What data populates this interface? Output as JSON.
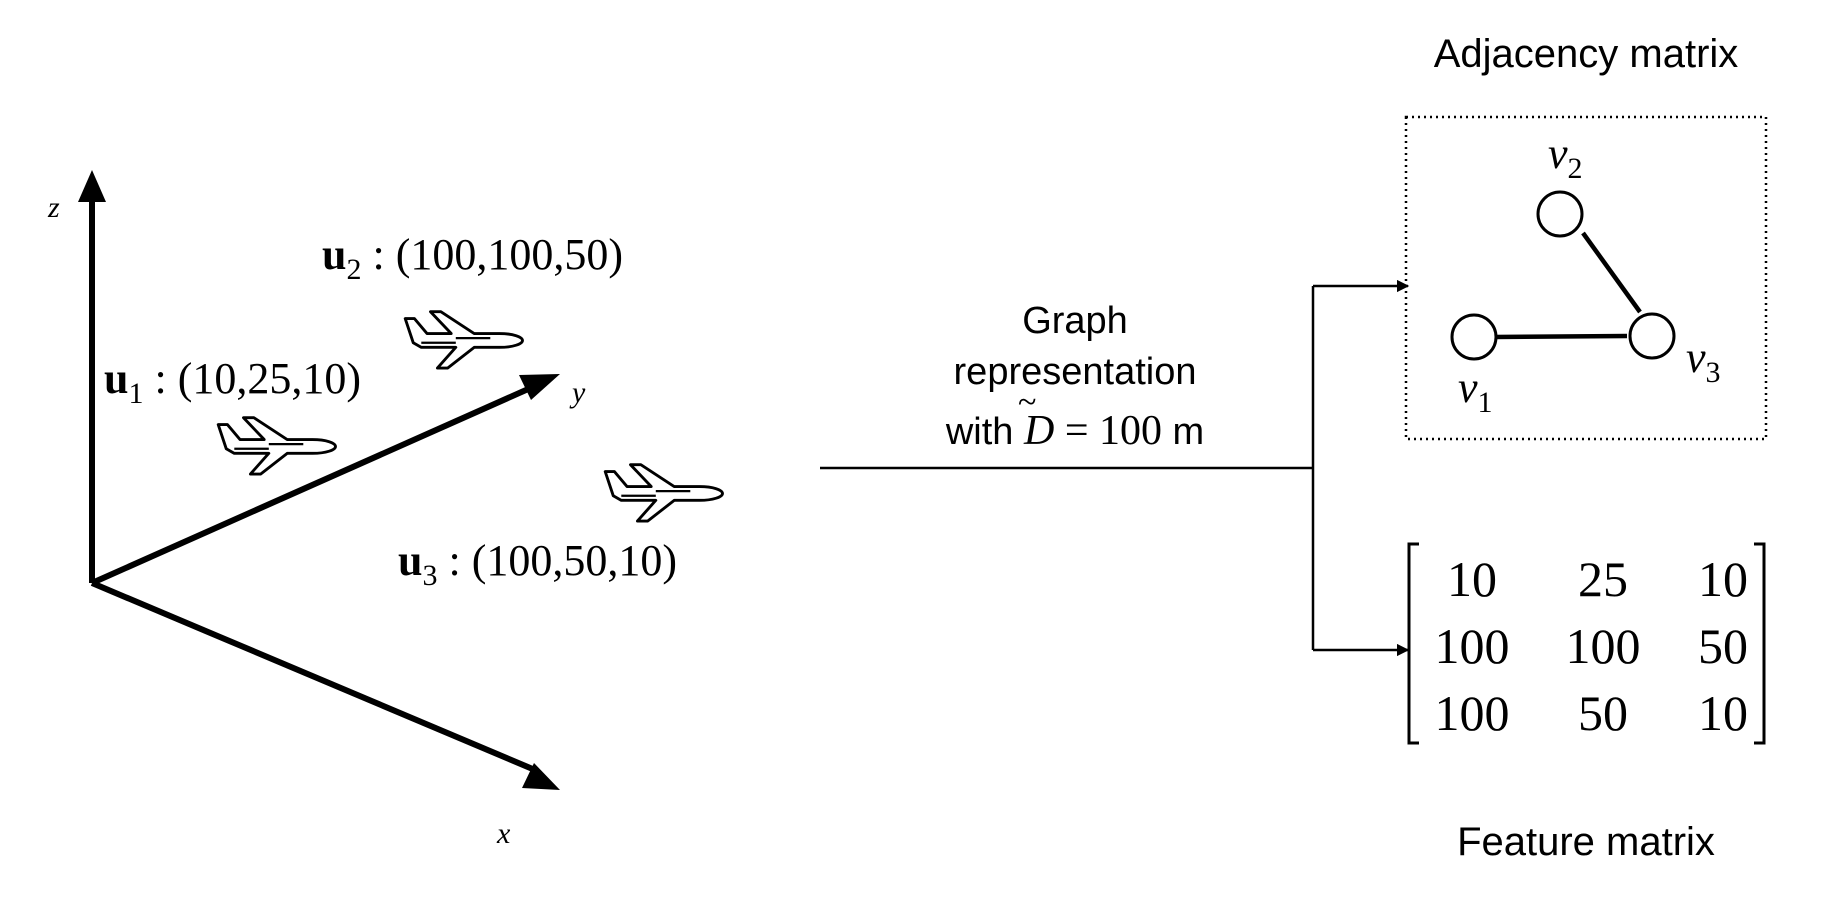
{
  "axes": {
    "x": "x",
    "y": "y",
    "z": "z"
  },
  "uavs": [
    {
      "sym": "u",
      "sub": "1",
      "sep": " : ",
      "coords": "(10,25,10)"
    },
    {
      "sym": "u",
      "sub": "2",
      "sep": " : ",
      "coords": "(100,100,50)"
    },
    {
      "sym": "u",
      "sub": "3",
      "sep": " : ",
      "coords": "(100,50,10)"
    }
  ],
  "graph_caption": {
    "line1": "Graph",
    "line2": "representation",
    "line3_prefix": "with ",
    "symbol": "D",
    "tilde": "~",
    "equals_value": " = 100 ",
    "unit": "m"
  },
  "adjacency": {
    "title": "Adjacency matrix",
    "nodes": [
      {
        "sym": "v",
        "sub": "1"
      },
      {
        "sym": "v",
        "sub": "2"
      },
      {
        "sym": "v",
        "sub": "3"
      }
    ],
    "edges": [
      [
        "v1",
        "v3"
      ],
      [
        "v2",
        "v3"
      ]
    ]
  },
  "feature": {
    "title": "Feature matrix",
    "rows": [
      [
        "10",
        "25",
        "10"
      ],
      [
        "100",
        "100",
        "50"
      ],
      [
        "100",
        "50",
        "10"
      ]
    ]
  }
}
